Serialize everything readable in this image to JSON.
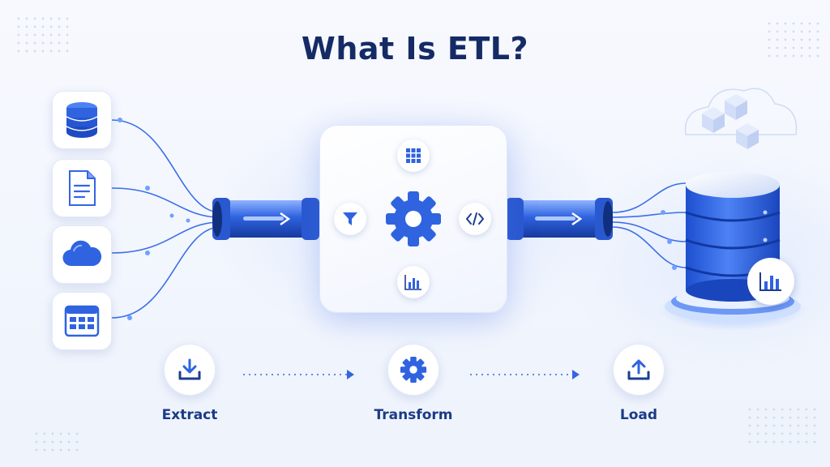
{
  "title": "What Is ETL?",
  "sources": [
    {
      "name": "database",
      "icon": "database-icon"
    },
    {
      "name": "document",
      "icon": "document-icon"
    },
    {
      "name": "cloud",
      "icon": "cloud-icon"
    },
    {
      "name": "spreadsheet",
      "icon": "table-icon"
    }
  ],
  "transform_tools": [
    {
      "name": "grid",
      "icon": "grid-icon"
    },
    {
      "name": "code",
      "icon": "code-icon"
    },
    {
      "name": "chart",
      "icon": "bar-chart-icon"
    },
    {
      "name": "filter",
      "icon": "filter-icon"
    }
  ],
  "steps": [
    {
      "label": "Extract",
      "icon": "download-icon"
    },
    {
      "label": "Transform",
      "icon": "gear-icon"
    },
    {
      "label": "Load",
      "icon": "upload-icon"
    }
  ],
  "colors": {
    "primary": "#2f63e0",
    "dark": "#152b66",
    "light": "#7aa6ff",
    "background": "#f4f7fd"
  }
}
